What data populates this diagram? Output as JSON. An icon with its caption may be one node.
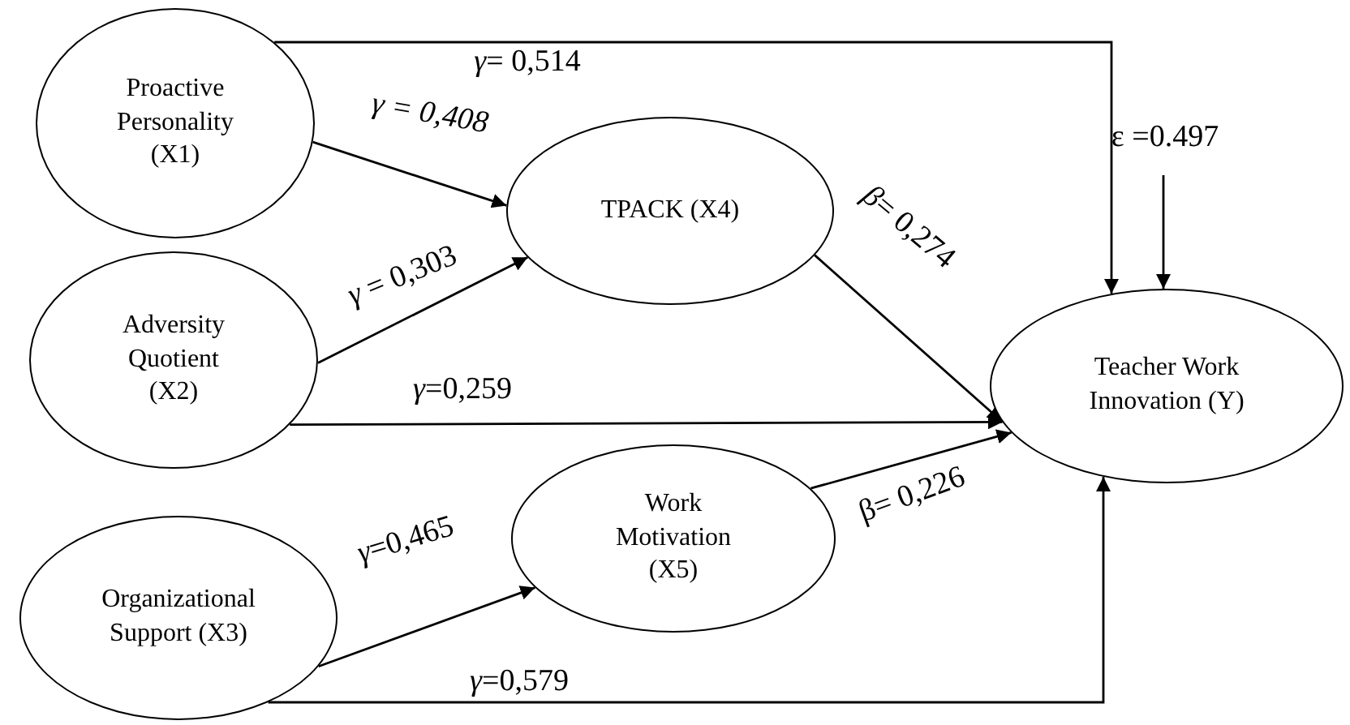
{
  "diagram": {
    "nodes": [
      {
        "text": [
          "Proactive Personality (X1)"
        ]
      },
      {
        "text": [
          "Adversity Quotient (X2)"
        ]
      },
      {
        "text": [
          "Organizational Support (X3)"
        ]
      },
      {
        "text": [
          "TPACK (X4)"
        ]
      },
      {
        "text": [
          "Work Motivation (X5)"
        ]
      },
      {
        "text": [
          "Teacher Work Innovation (Y)"
        ]
      },
      {
        "text": [
          "ε =0.497"
        ]
      }
    ],
    "edges": [
      {
        "from": 0,
        "to": 5,
        "arrow": "to",
        "label": "*γ*= 0,514"
      },
      {
        "from": 0,
        "to": 3,
        "arrow": "to",
        "label": "*γ = 0,408*"
      },
      {
        "from": 1,
        "to": 3,
        "arrow": "to",
        "label": "*γ* = 0,303"
      },
      {
        "from": 1,
        "to": 5,
        "arrow": "to",
        "label": "*γ*=0,259"
      },
      {
        "from": 2,
        "to": 4,
        "arrow": "to",
        "label": "*γ*=0,465"
      },
      {
        "from": 3,
        "to": 5,
        "arrow": "to",
        "label": "*β*= 0,274"
      },
      {
        "from": 4,
        "to": 5,
        "arrow": "to",
        "label": "β= 0,226"
      },
      {
        "from": 2,
        "to": 5,
        "arrow": "to",
        "label": "*γ*=0,579"
      },
      {
        "from": 6,
        "to": 5,
        "arrow": "to"
      }
    ]
  }
}
